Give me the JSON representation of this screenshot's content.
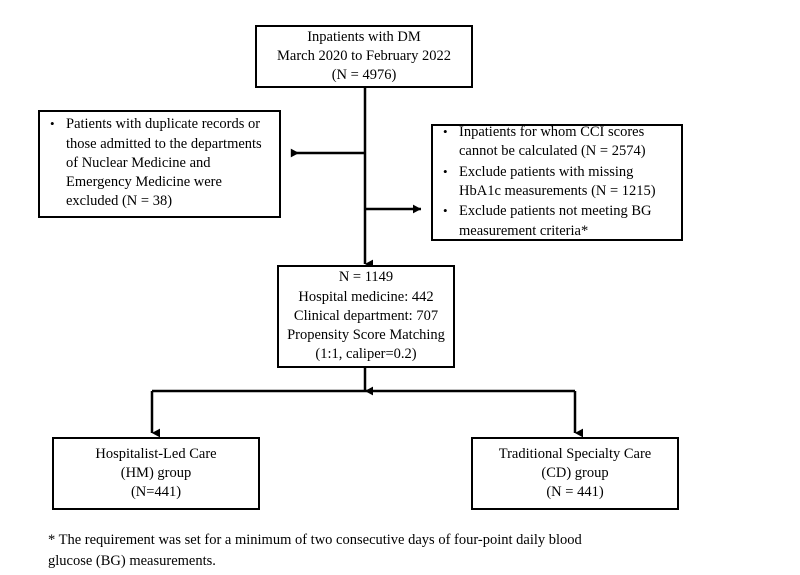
{
  "figure": {
    "type": "flowchart",
    "orientation": "top-down",
    "line_color": "#000000",
    "background_color": "#ffffff"
  },
  "nodes": {
    "source_population": {
      "lines": [
        "Inpatients with DM",
        "March 2020 to February 2022",
        "(N = 4976)"
      ]
    },
    "left_exclusion": {
      "bullets": [
        "Patients with duplicate records or those admitted to the departments of Nuclear Medicine and Emergency Medicine were excluded (N = 38)"
      ],
      "bullet_mark": "•"
    },
    "right_exclusion": {
      "bullets": [
        "Inpatients for whom CCI scores cannot be calculated (N = 2574)",
        "Exclude patients with missing HbA1c measurements (N = 1215)",
        "Exclude patients not meeting BG measurement criteria*"
      ],
      "bullet_mark": "•"
    },
    "analysis_cohort": {
      "lines": [
        "N = 1149",
        "Hospital medicine: 442",
        "Clinical department: 707",
        "Propensity Score Matching",
        "(1:1, caliper=0.2)"
      ]
    },
    "hm_group": {
      "lines": [
        "Hospitalist-Led Care",
        "(HM) group",
        "(N=441)"
      ]
    },
    "cd_group": {
      "lines": [
        "Traditional Specialty Care",
        "(CD) group",
        "(N = 441)"
      ]
    }
  },
  "footnote": {
    "text": "* The requirement was set for a minimum of two consecutive days of four-point daily blood\nglucose (BG) measurements."
  }
}
